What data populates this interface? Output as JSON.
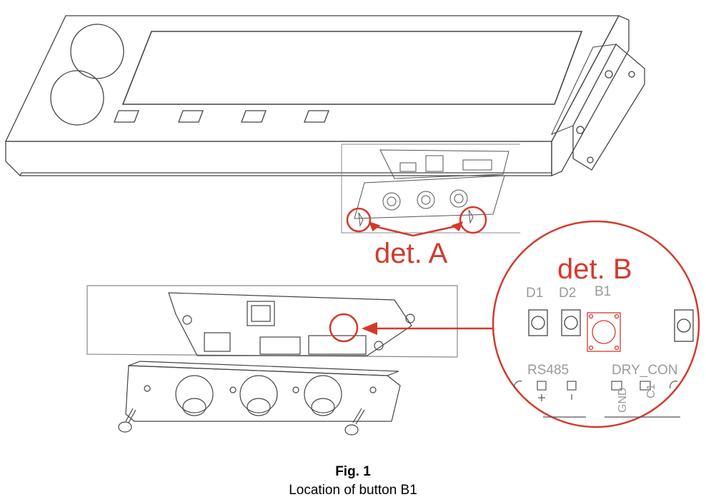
{
  "figure": {
    "caption_title": "Fig. 1",
    "caption_subtitle": "Location of button B1"
  },
  "callouts": {
    "detail_a": "det. A",
    "detail_b": "det. B"
  },
  "board_labels": {
    "d1": "D1",
    "d2": "D2",
    "b1": "B1",
    "rs485": "RS485",
    "dry_contact": "DRY_CON",
    "gnd": "GND",
    "c1": "C1"
  },
  "colors": {
    "accent": "#d33a2c",
    "line": "#444444",
    "label_gray": "#9a9a9a"
  }
}
